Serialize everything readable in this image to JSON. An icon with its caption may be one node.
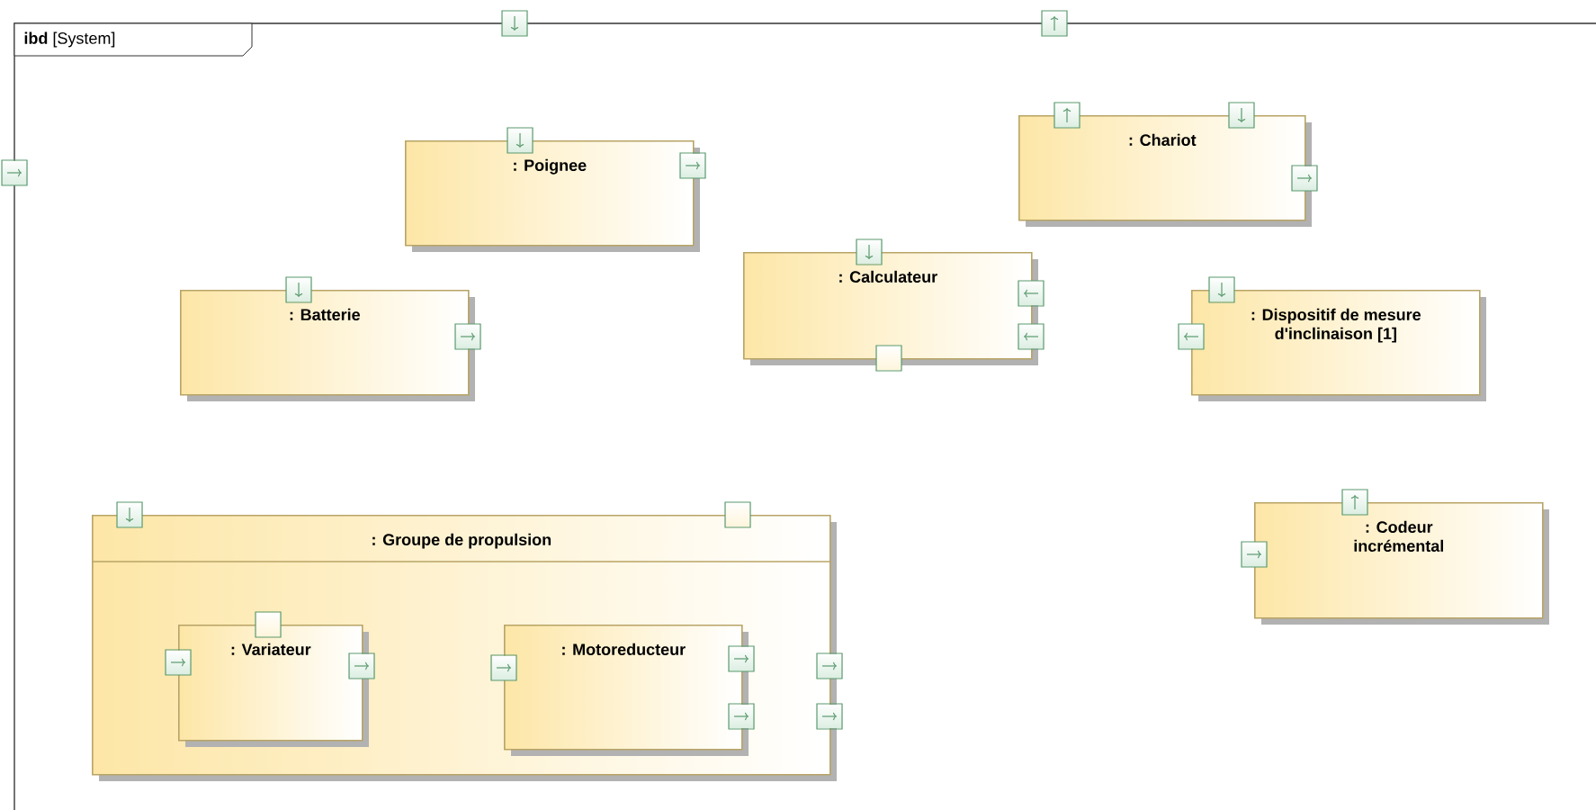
{
  "diagram": {
    "title": "**ibd** [System]",
    "nodes": [
      {
        "text": [
          ": Poignee"
        ]
      },
      {
        "text": [
          ": Chariot"
        ]
      },
      {
        "text": [
          ": Batterie"
        ]
      },
      {
        "text": [
          ": Calculateur"
        ]
      },
      {
        "text": [
          ": Dispositif de mesure d'inclinaison [1]"
        ]
      },
      {
        "text": [
          ": Groupe de propulsion"
        ]
      },
      {
        "text": [
          ": Variateur"
        ],
        "in": 5
      },
      {
        "text": [
          ": Motoreducteur"
        ],
        "in": 5
      },
      {
        "text": [
          ": Codeur incrémental"
        ]
      }
    ],
    "edges": []
  }
}
